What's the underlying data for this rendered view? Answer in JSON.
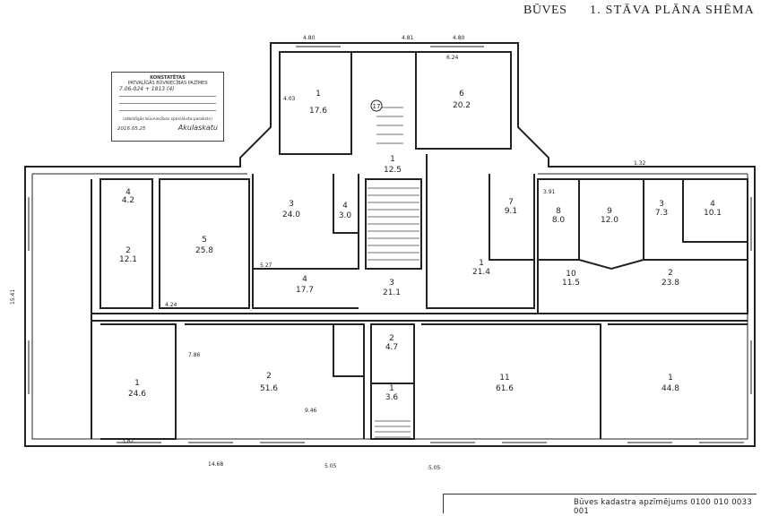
{
  "header": {
    "title_left": "BŪVES",
    "title_right": "1. STĀVA PLĀNA SHĒMA"
  },
  "footer": {
    "cadastre": "Būves kadastra apzīmējums 0100 010 0033 001"
  },
  "stamp": {
    "line1": "KONSTATĒTAS",
    "line2": "PATVAĻĪGĀS BŪVNIECĪBAS PAZĪMES",
    "number": "7.06-024 + 1813 (4)",
    "line3": "(atbildīgās būvniecības speciālista paraksts)",
    "date": "2016.05.25",
    "signature": "Akulaskatu"
  },
  "rooms": [
    {
      "id": "r1",
      "num": "1",
      "area": "17.6"
    },
    {
      "id": "r6",
      "num": "6",
      "area": "20.2"
    },
    {
      "id": "r12",
      "num": "1",
      "area": "12.5"
    },
    {
      "id": "r4b",
      "num": "4",
      "area": "4.2"
    },
    {
      "id": "r2a",
      "num": "2",
      "area": "12.1"
    },
    {
      "id": "r5",
      "num": "5",
      "area": "25.8"
    },
    {
      "id": "r3a",
      "num": "3",
      "area": "24.0"
    },
    {
      "id": "r4c",
      "num": "4",
      "area": "3.0"
    },
    {
      "id": "r4d",
      "num": "4",
      "area": "17.7"
    },
    {
      "id": "r3b",
      "num": "3",
      "area": "21.1"
    },
    {
      "id": "r7",
      "num": "7",
      "area": "9.1"
    },
    {
      "id": "r1b",
      "num": "1",
      "area": "21.4"
    },
    {
      "id": "r8",
      "num": "8",
      "area": "8.0"
    },
    {
      "id": "r9",
      "num": "9",
      "area": "12.0"
    },
    {
      "id": "r3c",
      "num": "3",
      "area": "7.3"
    },
    {
      "id": "r4e",
      "num": "4",
      "area": "10.1"
    },
    {
      "id": "r10",
      "num": "10",
      "area": "11.5"
    },
    {
      "id": "r2b",
      "num": "2",
      "area": "23.8"
    },
    {
      "id": "r1c",
      "num": "1",
      "area": "24.6"
    },
    {
      "id": "r2c",
      "num": "2",
      "area": "51.6"
    },
    {
      "id": "r2d",
      "num": "2",
      "area": "4.7"
    },
    {
      "id": "r1d",
      "num": "1",
      "area": "3.6"
    },
    {
      "id": "r11",
      "num": "11",
      "area": "61.6"
    },
    {
      "id": "r1e",
      "num": "1",
      "area": "44.8"
    }
  ],
  "dimensions": {
    "d_top1": "4.80",
    "d_top2": "4.80",
    "d_top3": "4.81",
    "d_top4": "1.32",
    "d_left": "15.41",
    "d_bot1": "14.68",
    "d_bot2": "5.05",
    "d_bot3": "5.05",
    "d_a": "7.86",
    "d_b": "9.46",
    "d_c": "4.24",
    "d_d": "5.27",
    "d_e": "3.82",
    "d_f": "6.24",
    "d_g": "4.03",
    "d_h": "3.91"
  },
  "markers": {
    "circle_17": "17"
  }
}
